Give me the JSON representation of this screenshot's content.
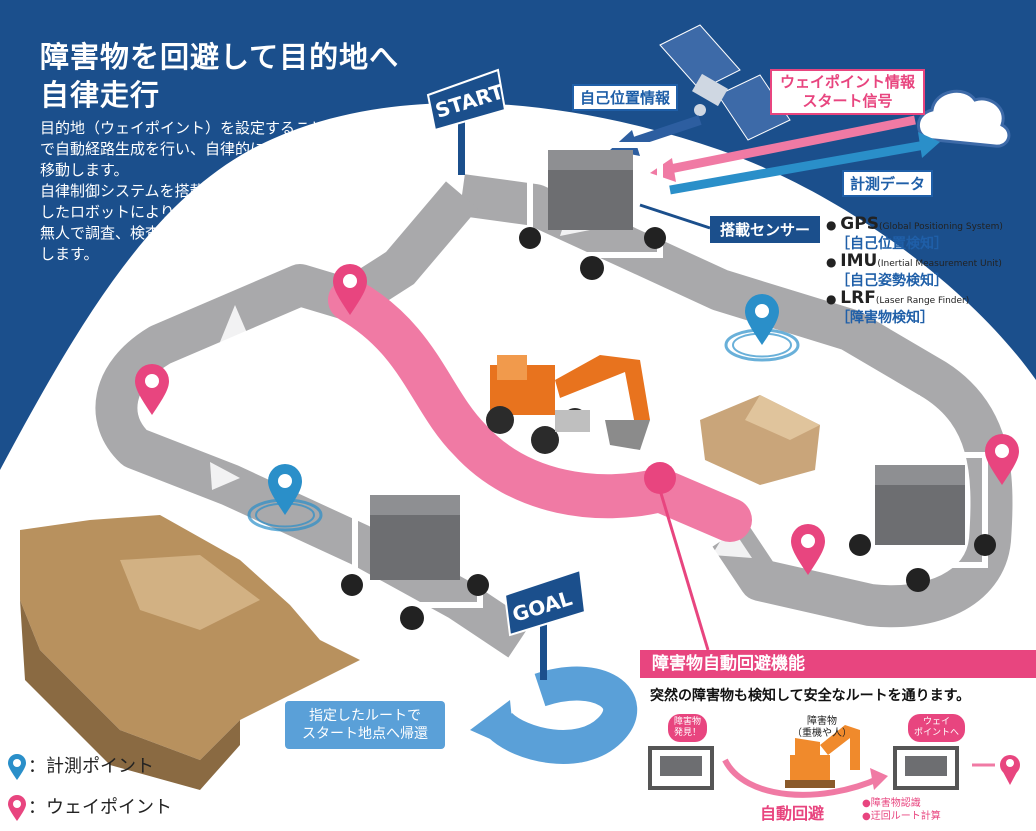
{
  "title_line1": "障害物を回避して目的地へ",
  "title_line2": "自律走行",
  "description": [
    "目的地（ウェイポイント）を設定すること",
    "で自動経路生成を行い、自律的に",
    "移動します。",
    "自律制御システムを搭載",
    "したロボットにより",
    "無人で調査、検査",
    "します。"
  ],
  "signs": {
    "start": "START",
    "goal": "GOAL"
  },
  "captions": {
    "self_position_info": "自己位置情報",
    "waypoint_info_line1": "ウェイポイント情報",
    "waypoint_info_line2": "スタート信号",
    "measurement_data": "計測データ"
  },
  "sensors": {
    "tag": "搭載センサー",
    "items": [
      {
        "name": "GPS",
        "full": "(Global Positioning System)",
        "function": "［自己位置検知］"
      },
      {
        "name": "IMU",
        "full": "(Inertial Measurement Unit)",
        "function": "［自己姿勢検知］"
      },
      {
        "name": "LRF",
        "full": "(Laser Range Finder)",
        "function": "［障害物検知］"
      }
    ]
  },
  "return_box": {
    "line1": "指定したルートで",
    "line2": "スタート地点へ帰還"
  },
  "legend": {
    "measurement_point": "：計測ポイント",
    "waypoint": "：ウェイポイント"
  },
  "avoidance": {
    "heading": "障害物自動回避機能",
    "description": "突然の障害物も検知して安全なルートを通ります。",
    "obstacle_found": "障害物\n発見！",
    "obstacle_type_line1": "障害物",
    "obstacle_type_line2": "（重機や人）",
    "to_waypoint": "ウェイ\nポイントへ",
    "auto_avoid": "自動回避",
    "step1": "●障害物認識",
    "step2": "●迂回ルート計算"
  },
  "colors": {
    "navy": "#1b4f8c",
    "pink": "#e8457f",
    "blue": "#2a8fc9",
    "road": "#a9a9ab",
    "orange": "#e8731e"
  }
}
